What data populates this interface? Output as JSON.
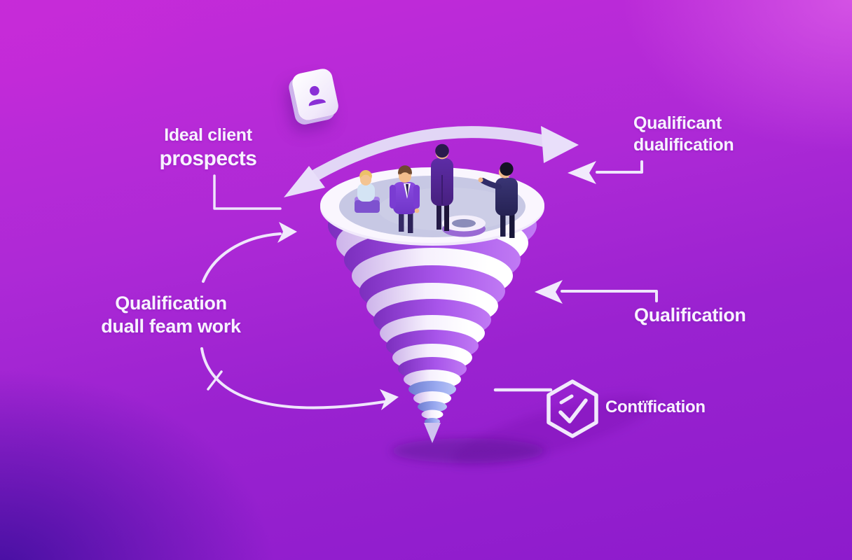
{
  "illustration": {
    "labels": {
      "ideal_client": {
        "line1": "Ideal client",
        "line2": "prospects"
      },
      "qualificant": {
        "line1": "Qualificant",
        "line2": "dualification"
      },
      "qualification_team": {
        "line1": "Qualification",
        "line2": "duall feam work"
      },
      "qualification": {
        "text": "Qualification"
      },
      "contification": {
        "text": "Contïfication"
      }
    },
    "icons": {
      "avatar_card": "person-silhouette-icon",
      "badge": "hexagon-check-icon",
      "cycle_arrow": "circular-arc-arrow",
      "pointer_left_top": "left-arrow",
      "pointer_left_mid": "left-arrow",
      "curve_up_arrow": "curved-up-right-arrow",
      "curve_down_arrow": "curved-down-right-arrow"
    },
    "colors": {
      "bg_top_left": "#c62bd9",
      "bg_top_right": "#d94fe6",
      "bg_bottom_left": "#4c12a8",
      "bg_bottom_right": "#8d1bcc",
      "funnel_purple": "#a24fe3",
      "funnel_light": "#f2e9fc",
      "funnel_tip_blue": "#8796e4",
      "platform_floor": "#c7c8e4",
      "rim": "#f1eafb",
      "label_text": "#f8f2ff",
      "arrow": "#e8ddf9"
    }
  }
}
